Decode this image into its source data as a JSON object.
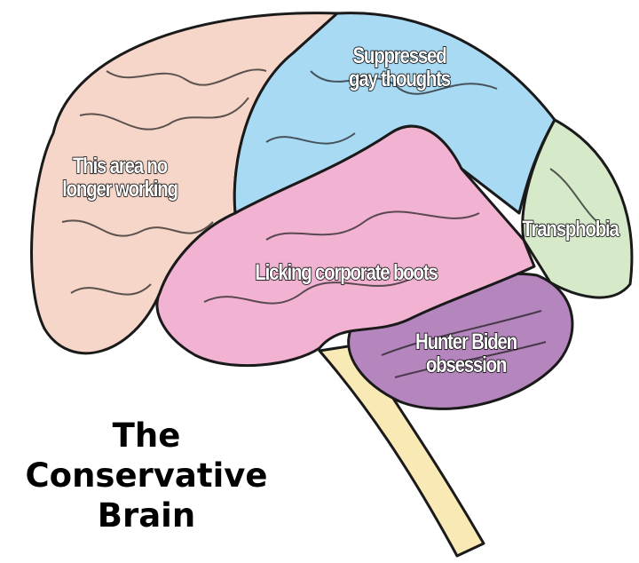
{
  "labels": {
    "frontal": "This area no\nlonger working",
    "parietal": "Suppressed\ngay thoughts",
    "occipital": "Transphobia",
    "temporal": "Licking corporate boots",
    "cerebellum": "Hunter Biden\nobsession"
  },
  "title": {
    "line1": "The",
    "line2": "Conservative",
    "line3": "Brain"
  },
  "colors": {
    "frontal": "#f6d6c9",
    "parietal": "#a9daf3",
    "occipital": "#d6e9c9",
    "temporal": "#f2b3d3",
    "cerebellum": "#b585bd",
    "brainstem": "#f9e9b5"
  }
}
